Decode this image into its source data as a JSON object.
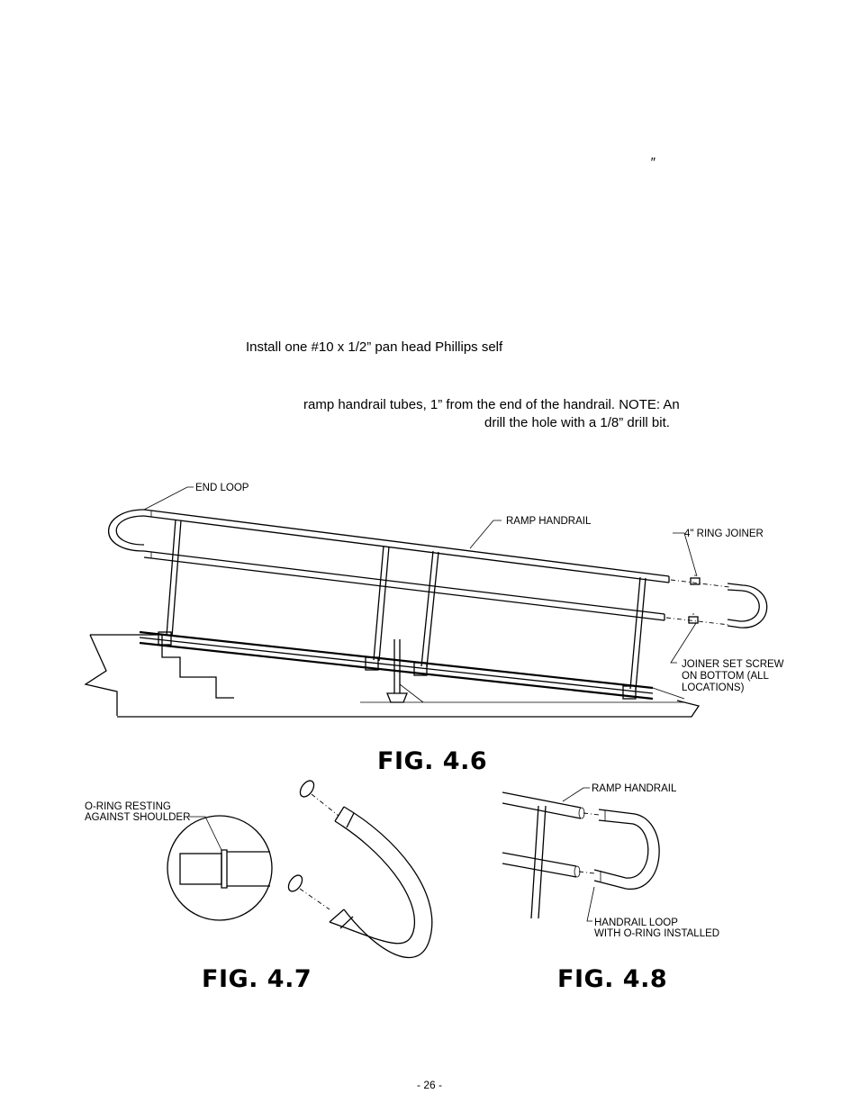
{
  "text": {
    "quote_mark": "″",
    "line1": "Install one #10 x 1/2” pan head Phillips self",
    "line2": "ramp handrail tubes, 1” from the end of the handrail. NOTE: An",
    "line3": "drill the hole with a 1/8” drill bit."
  },
  "fig46": {
    "title": "FIG. 4.6",
    "labels": {
      "end_loop": "END LOOP",
      "ramp_handrail": "RAMP HANDRAIL",
      "ring_joiner": "4\" RING JOINER",
      "joiner_1": "JOINER SET SCREW",
      "joiner_2": "ON BOTTOM (ALL",
      "joiner_3": "LOCATIONS)"
    }
  },
  "fig47": {
    "title": "FIG. 4.7",
    "labels": {
      "oring_1": "O-RING RESTING",
      "oring_2": "AGAINST SHOULDER"
    }
  },
  "fig48": {
    "title": "FIG. 4.8",
    "labels": {
      "ramp_handrail": "RAMP HANDRAIL",
      "loop_1": "HANDRAIL LOOP",
      "loop_2": "WITH O-RING INSTALLED"
    }
  },
  "footer": {
    "page_number": "- 26 -"
  }
}
